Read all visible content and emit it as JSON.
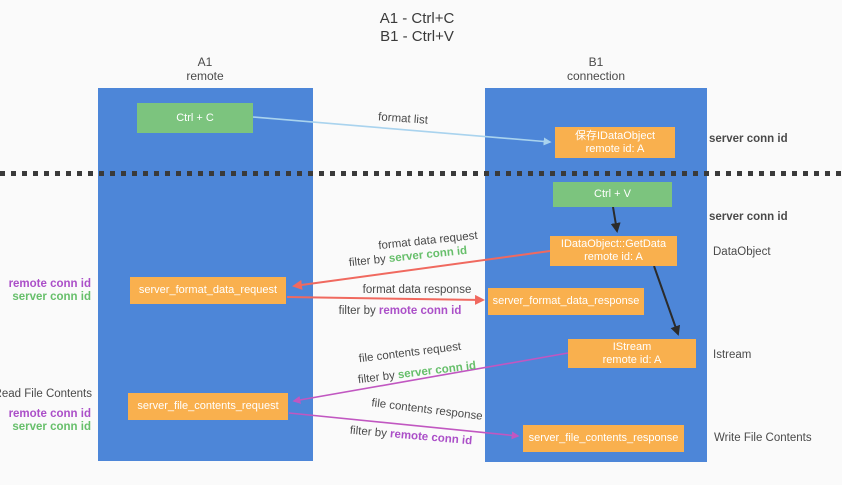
{
  "title": {
    "line1": "A1 - Ctrl+C",
    "line2": "B1 - Ctrl+V"
  },
  "columns": {
    "left": {
      "name": "A1",
      "subtitle": "remote"
    },
    "right": {
      "name": "B1",
      "subtitle": "connection"
    }
  },
  "nodes": {
    "ctrl_c": {
      "label": "Ctrl + C"
    },
    "save_idataobject": {
      "line1": "保存IDataObject",
      "line2": "remote id: A"
    },
    "ctrl_v": {
      "label": "Ctrl + V"
    },
    "getdata": {
      "line1": "IDataObject::GetData",
      "line2": "remote id: A"
    },
    "istream": {
      "line1": "IStream",
      "line2": "remote id: A"
    },
    "server_format_data_request": {
      "label": "server_format_data_request"
    },
    "server_format_data_response": {
      "label": "server_format_data_response"
    },
    "server_file_contents_request": {
      "label": "server_file_contents_request"
    },
    "server_file_contents_response": {
      "label": "server_file_contents_response"
    }
  },
  "flow_labels": {
    "format_list": "format list",
    "format_data_request": "format data request",
    "format_data_response": "format data response",
    "file_contents_request": "file contents request",
    "file_contents_response": "file contents response",
    "filter_by": "filter by ",
    "server_conn_id": "server conn id",
    "remote_conn_id": "remote conn id"
  },
  "side_labels": {
    "right": {
      "server_conn_id_top": "server conn id",
      "server_conn_id_mid": "server conn id",
      "dataobject": "DataObject",
      "istream": "Istream",
      "write_file_contents": "Write File Contents"
    },
    "left": {
      "remote_conn_id_1": "remote conn id",
      "server_conn_id_1": "server conn id",
      "read_file_contents": "Read File Contents",
      "remote_conn_id_2": "remote conn id",
      "server_conn_id_2": "server conn id"
    }
  },
  "colors": {
    "lifeline_blue": "#4d86d8",
    "action_green": "#7cc47e",
    "node_orange": "#f9b04e",
    "arrow_light_blue": "#a9d3ee",
    "arrow_red": "#f0695f",
    "arrow_magenta": "#c157c1",
    "arrow_black": "#2b2b2b",
    "text_green": "#67bf6b",
    "text_purple": "#ab4fc8",
    "background": "#fafafa"
  }
}
